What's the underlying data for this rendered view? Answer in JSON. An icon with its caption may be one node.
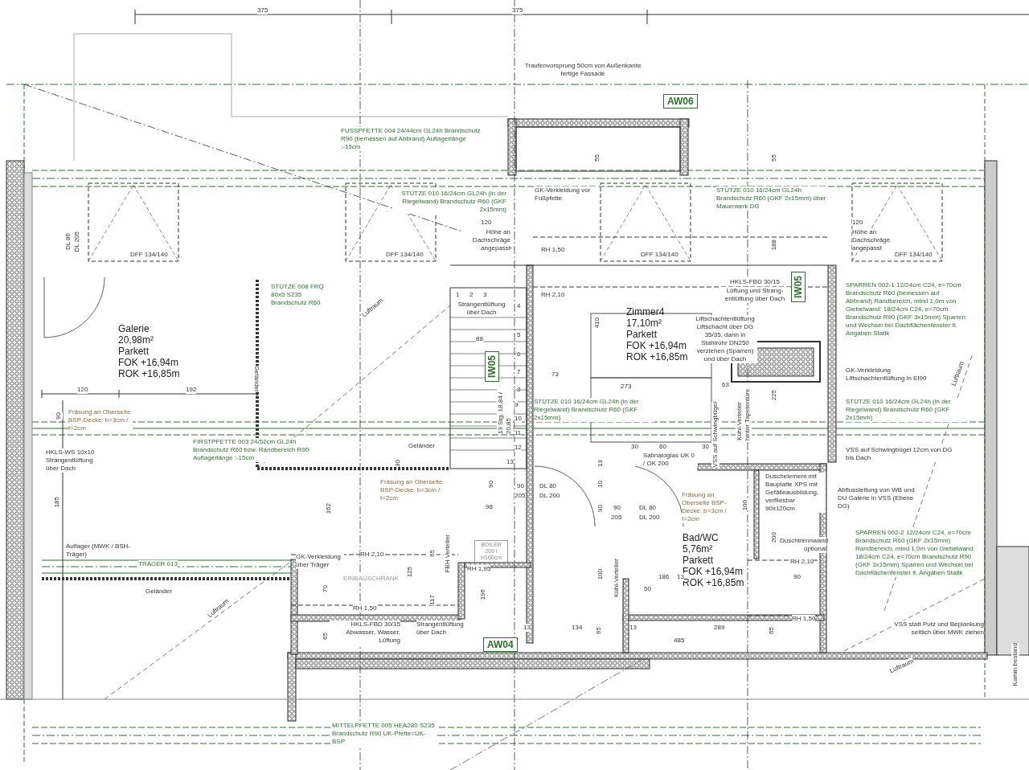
{
  "diagram": {
    "nodes": [
      {
        "text": [
          "AW06"
        ]
      },
      {
        "text": [
          "IW05"
        ]
      },
      {
        "text": [
          "IW05"
        ]
      },
      {
        "text": [
          "Zimmer4",
          "17,10m²",
          "Parkett",
          "FOK +16,94m",
          "ROK +16,85m"
        ]
      },
      {
        "text": [
          "Galerie",
          "20,98m²",
          "Parkett",
          "FOK +16,94m",
          "ROK +16,85m"
        ]
      },
      {
        "text": [
          "Bad/WC",
          "5,76m²",
          "Parkett",
          "FOK +16,94m",
          "ROK +16,85m"
        ]
      },
      {
        "text": [
          "BOILER 200 l H160cm"
        ]
      },
      {
        "text": [
          "AW04"
        ]
      }
    ],
    "labels": [
      "375",
      "375",
      "Traufenvorsprung 50cm von Außenkante fertige Fassade",
      "FUSSPFETTE 004 24/44cm GL24h Brandschutz R90 (bemessen auf Abbrand) Auflagerlänge :-15cm",
      "55",
      "55",
      "STÜTZE 010 16/24cm GL24h (in der Riegelwand) Brandschutz R60 (GKF 2x15mm)",
      "GK-Verkleidung vor Fußpfette",
      "STÜTZE 010 16/24cm GL24h Brandschutz R60 (GKF 2x15mm) über Mauerwerk DG",
      "120",
      "120",
      "DL 86",
      "DL 205",
      "DFF 134/140",
      "DFF 134/140",
      "Höhe an Dachschräge angepasst",
      "RH 1,50",
      "DFF 134/140",
      "188",
      "Höhe an Dachschräge angepasst",
      "DFF 134/140",
      "STÜTZE 008 FRQ 80x5 S235 Brandschutz R60",
      "Luftraum",
      "Strangentlüftung über Dach",
      "1",
      "2",
      "3",
      "88",
      "4",
      "5",
      "RH 2,10",
      "410",
      "Liftschachtentlüftung Liftschacht über DG 35/35, dann in Stahlrohr DN250 verziehen (Sparren) und über Dach",
      "HKLS-FBD 30/15",
      "Lüftung und Strang- entlüftung über Dach",
      "SPARREN 002-1 12/24cm C24, e=70cm Brandschutz R60 (bemessen auf Abbrand) Randbereich, mind 1,0m von Giebelwand: 18/24cm C24, e=70cm Brandschutz R90 (GKF 3x15mm) Sparren und Wechsel bei Dachflächenfenster lt. Angaben Statik",
      "120",
      "192",
      "Geländer",
      "13 Stg. 18,84 / 20,85",
      "6",
      "7",
      "8",
      "73",
      "273",
      "63",
      "Kühl-Verteiler hinter Tapetentüre",
      "225",
      "GK-Verkleidung Liftschachtentlüftung in EI90",
      "Luftraum",
      "90",
      "Fräsung an Oberseite BSP-Decke: b=3cm / t=2cm",
      "9",
      "10",
      "11",
      "STÜTZE 010 16/24cm GL24h (in der Riegelwand) Brandschutz R60 (GKF 2x15mm)",
      "VSS auf Schwingbügel",
      "STÜTZE 010 16/24cm GL24h (in der Riegelwand) Brandschutz R60 (GKF 2x15mm)",
      "HKLS-WS 10x10 Strangentlüftung über Dach",
      "FIRSTPFETTE 003 24/52cm GL24h Brandschutz R60 bzw. Randbereich R90 Auflagerlänge :-15cm",
      "30",
      "Geländer",
      "13",
      "12",
      "13",
      "30",
      "Satinatoglas UK 0 / OK 200",
      "60",
      "30",
      "VSS auf Schwingbügel 12cm von DG bis Dach",
      "185",
      "162",
      "Fräsung an Oberseite BSP-Decke: b=3cm / t=2cm",
      "98",
      "90",
      "205",
      "90",
      "DL 80",
      "DL 200",
      "10",
      "90",
      "205",
      "90",
      "DL 80",
      "DL 200",
      "Fräsung an Oberseite BSP-Decke: b=3cm / t=2cm",
      "100",
      "Duschelement mit Bauplatte XPS mit Gefälleausbildung, verfliesbar 90x120cm",
      "Abflussleitung von WB und DU Galerie in VSS (Ebene DG)",
      "Auflager (MWK / BSH-Träger)",
      "TRÄGER 013",
      "GK-Verkleidung über Träger",
      "RH 2,10",
      "65",
      "FBH Verteiler",
      "RH 1,95",
      "Kühl-Verteiler",
      "200",
      "Duschtrennwand optional",
      "RH 2,10",
      "Geländer",
      "Luftraum",
      "70",
      "EINBAUSCHRANK",
      "RH 1,50",
      "125",
      "117",
      "196",
      "100",
      "50",
      "186",
      "13",
      "90",
      "RH 1,50",
      "SPARREN 002-2 12/24cm C24, e=70cm Brandschutz R60 (GKF 2x15mm) Randbereich, mind 1,0m von Giebelwand: 18/24cm C24, e=70cm Brandschutz R90 (GKF 3x15mm) Sparren und Wechsel bei Dachflächenfenster lt. Angaben Statik",
      "65",
      "HKLS-FBD 30/15 Abwasser, Wasser, Lüftung",
      "Strangentlüftung über Dach",
      "13",
      "134",
      "65",
      "13",
      "485",
      "289",
      "65",
      "VSS statt Putz und Beplankung seitlich über MWK ziehen",
      "Luftraum",
      "Kamin bestand",
      "MITTELPFETTE 005 HEA280 S235 Brandschutz R90 UK-Pfette=UK-BSP"
    ]
  }
}
